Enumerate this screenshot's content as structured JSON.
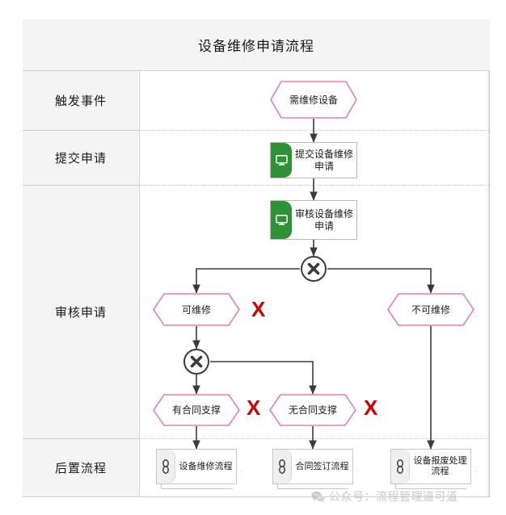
{
  "diagram": {
    "title": "设备维修申请流程",
    "lanes": [
      {
        "label": "触发事件"
      },
      {
        "label": "提交申请"
      },
      {
        "label": "审核申请"
      },
      {
        "label": "后置流程"
      }
    ],
    "nodes": {
      "start_event": {
        "label": "需维修设备",
        "type": "hexagon-start"
      },
      "task_submit": {
        "label": "提交设备维修申请",
        "type": "user-task",
        "icon": "monitor-icon"
      },
      "task_review": {
        "label": "审核设备维修申请",
        "type": "user-task",
        "icon": "monitor-icon"
      },
      "gateway_1": {
        "label": "×",
        "type": "exclusive-gateway"
      },
      "gateway_2": {
        "label": "×",
        "type": "exclusive-gateway"
      },
      "cond_repairable": {
        "label": "可维修",
        "type": "hexagon-condition"
      },
      "cond_not_repairable": {
        "label": "不可维修",
        "type": "hexagon-condition"
      },
      "cond_has_contract": {
        "label": "有合同支撑",
        "type": "hexagon-condition"
      },
      "cond_no_contract": {
        "label": "无合同支撑",
        "type": "hexagon-condition"
      },
      "sub_repair": {
        "label": "设备维修流程",
        "type": "sub-process",
        "icon": "link-icon"
      },
      "sub_contract": {
        "label": "合同签订流程",
        "type": "sub-process",
        "icon": "link-icon"
      },
      "sub_scrap": {
        "label": "设备报废处理流程",
        "type": "sub-process",
        "icon": "link-icon"
      }
    },
    "annotations": [
      {
        "name": "x-mark-repairable",
        "label": "X"
      },
      {
        "name": "x-mark-has-contract",
        "label": "X"
      },
      {
        "name": "x-mark-no-contract",
        "label": "X"
      }
    ],
    "watermark": {
      "icon": "wechat-icon",
      "text": "公众号：流程管理道可道"
    },
    "colors": {
      "condition_border": "#e87db0",
      "task_band": "#2e9133",
      "gateway_stroke": "#3b3b3b",
      "edge": "#3b3b3b",
      "x_mark": "#cc0000",
      "lane_header_bg": "#f4f4f4",
      "frame_border": "#d0d0d0",
      "watermark_text": "#c9c9c9"
    }
  }
}
